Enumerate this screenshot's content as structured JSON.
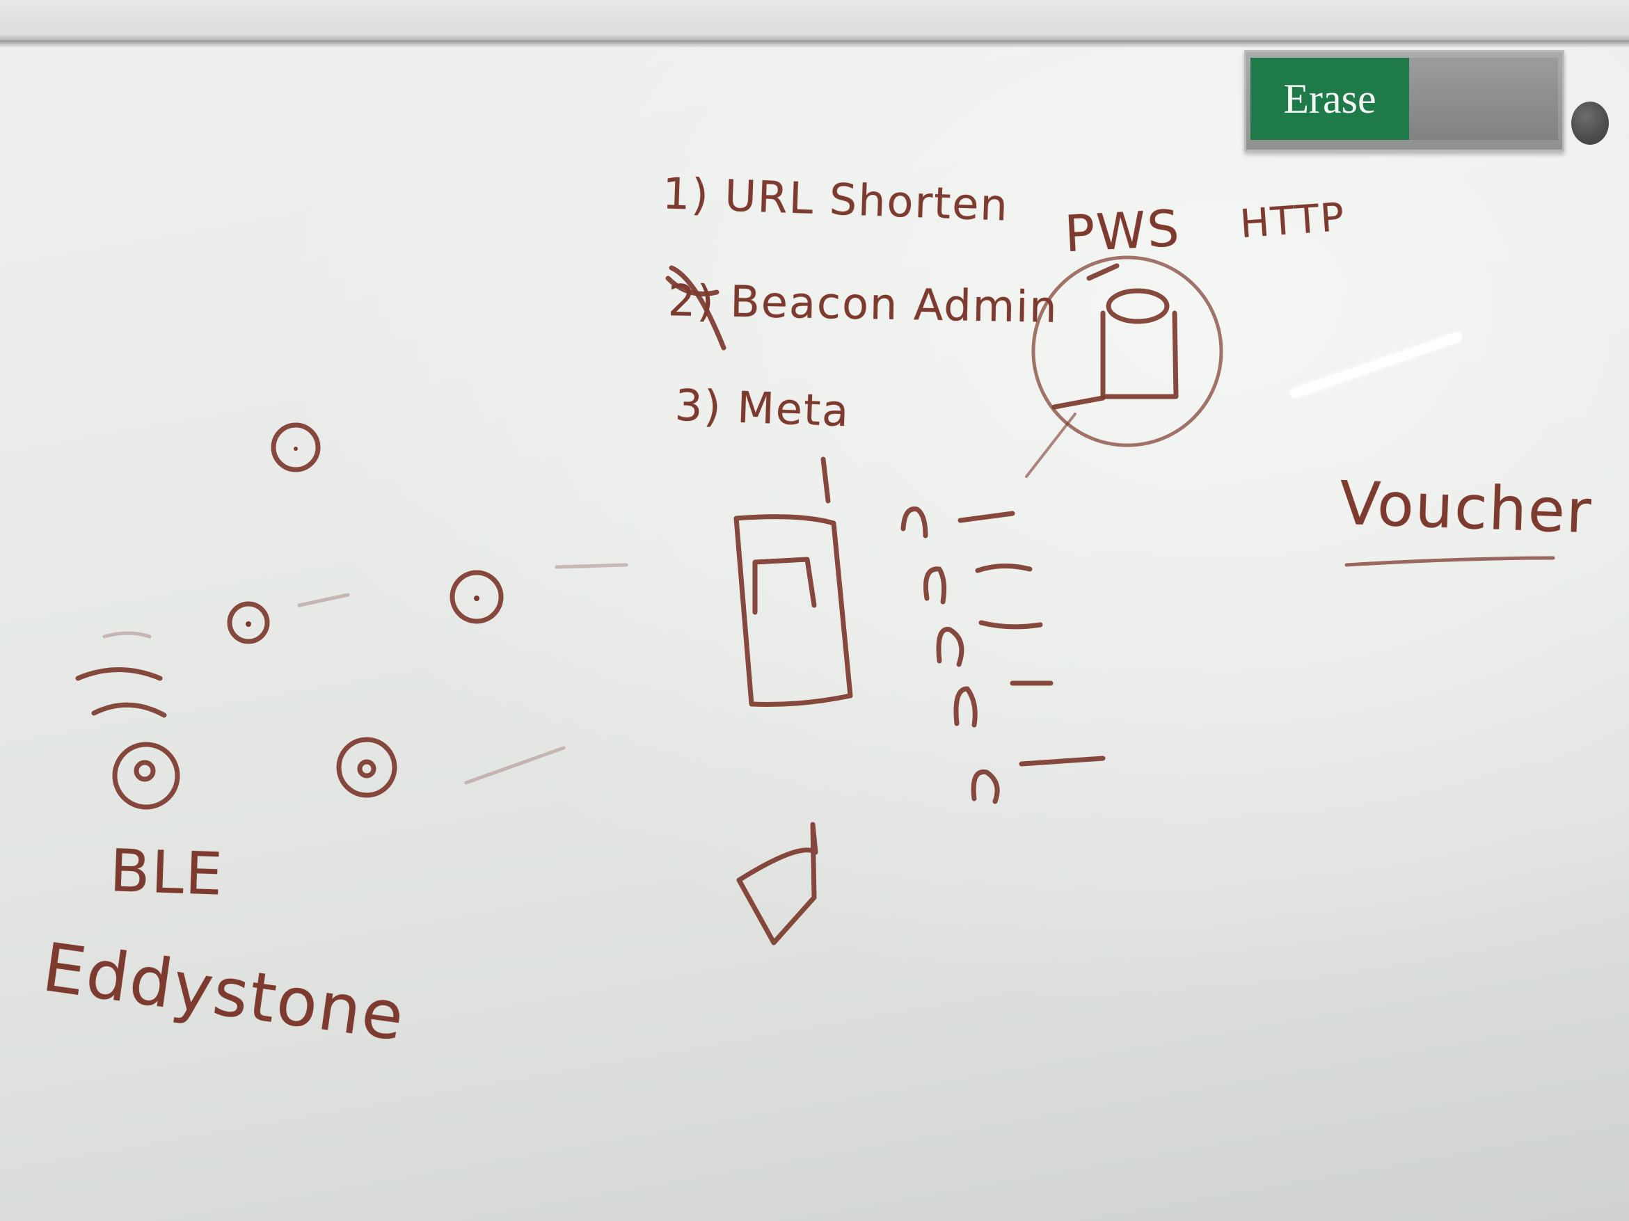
{
  "eraser": {
    "label": "Erase"
  },
  "list": {
    "item1": "1) URL Shorten",
    "item2": "2) Beacon Admin",
    "item3": "3) Meta"
  },
  "labels": {
    "pws": "PWS",
    "http": "HTTP",
    "voucher": "Voucher",
    "ble": "BLE",
    "eddystone": "Eddystone"
  },
  "colors": {
    "marker": "#7d3a2e",
    "erase_green": "#1f7a4a",
    "board": "#e8ebe8"
  }
}
